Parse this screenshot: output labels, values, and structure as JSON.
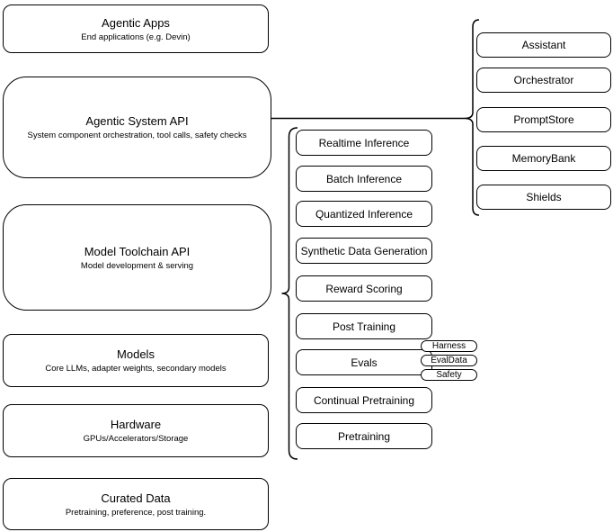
{
  "colors": {
    "stroke": "#000000",
    "shape_fill": "#ffffff",
    "background": "#ffffff",
    "text": "#000000"
  },
  "left_stack": [
    {
      "title": "Agentic Apps",
      "subtitle": "End applications (e.g. Devin)"
    },
    {
      "title": "Agentic System API",
      "subtitle": "System component orchestration, tool calls, safety checks"
    },
    {
      "title": "Model Toolchain API",
      "subtitle": "Model development & serving"
    },
    {
      "title": "Models",
      "subtitle": "Core LLMs, adapter weights, secondary models"
    },
    {
      "title": "Hardware",
      "subtitle": "GPUs/Accelerators/Storage"
    },
    {
      "title": "Curated Data",
      "subtitle": "Pretraining, preference, post training."
    }
  ],
  "toolchain_services": [
    "Realtime Inference",
    "Batch Inference",
    "Quantized Inference",
    "Synthetic Data Generation",
    "Reward Scoring",
    "Post Training",
    "Evals",
    "Continual Pretraining",
    "Pretraining"
  ],
  "evals_tags": [
    "Harness",
    "EvalData",
    "Safety"
  ],
  "system_components": [
    "Assistant",
    "Orchestrator",
    "PromptStore",
    "MemoryBank",
    "Shields"
  ]
}
